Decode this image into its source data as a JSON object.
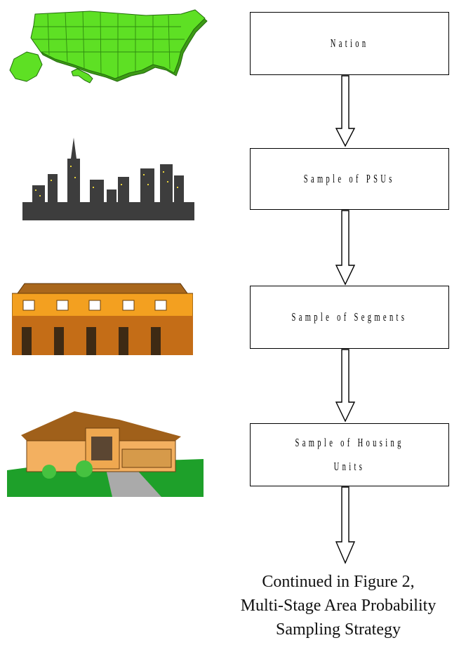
{
  "stages": [
    {
      "label": "Nation",
      "icon": "us-map-icon"
    },
    {
      "label": "Sample of PSUs",
      "icon": "city-skyline-icon"
    },
    {
      "label": "Sample of Segments",
      "icon": "rowhouses-icon"
    },
    {
      "label_line1": "Sample of Housing",
      "label_line2": "Units",
      "icon": "house-icon"
    }
  ],
  "caption": {
    "line1": "Continued in Figure 2,",
    "line2": "Multi-Stage Area Probability",
    "line3": "Sampling Strategy"
  },
  "colors": {
    "map_green": "#55e020",
    "skyline": "#3d3d3d",
    "rowhouse": "#f3a020",
    "house_roof": "#a0601a",
    "lawn": "#1ea02a"
  }
}
